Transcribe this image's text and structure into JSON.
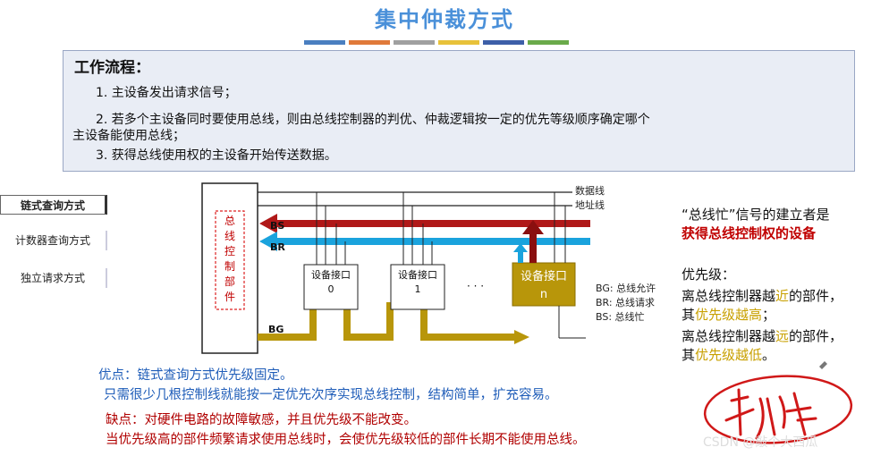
{
  "title": "集中仲裁方式",
  "title_bar_colors": [
    "#4a7fc0",
    "#e07a3a",
    "#a0a0a0",
    "#e8c23a",
    "#3d5fa8",
    "#6aaa4a"
  ],
  "flow": {
    "heading": "工作流程：",
    "step1": "1. 主设备发出请求信号；",
    "step2a": "2. 若多个主设备同时要使用总线，则由总线控制器的判优、仲裁逻辑按一定的优先等级顺序确定哪个",
    "step2b": "主设备能使用总线；",
    "step3": "3. 获得总线使用权的主设备开始传送数据。"
  },
  "sidebar": {
    "items": [
      {
        "label": "链式查询方式",
        "active": true
      },
      {
        "label": "计数器查询方式",
        "active": false
      },
      {
        "label": "独立请求方式",
        "active": false
      }
    ]
  },
  "diagram": {
    "controller_label": [
      "总",
      "线",
      "控",
      "制",
      "部",
      "件"
    ],
    "data_line": "数据线",
    "addr_line": "地址线",
    "bs": "BS",
    "br": "BR",
    "bg": "BG",
    "dev0": [
      "设备接口",
      "0"
    ],
    "dev1": [
      "设备接口",
      "1"
    ],
    "devn": [
      "设备接口",
      "n"
    ],
    "dots": "· · ·",
    "legend_bg": "BG: 总线允许",
    "legend_br": "BR: 总线请求",
    "legend_bs": "BS: 总线忙"
  },
  "right": {
    "busy1": "“总线忙”信号的建立者是",
    "busy2": "获得总线控制权的设备",
    "prio_head": "优先级：",
    "near_a": "离总线控制器越",
    "near_b": "近",
    "near_c": "的部件，",
    "near2_a": "其",
    "near2_b": "优先级越高",
    "near2_c": "；",
    "far_a": "离总线控制器越",
    "far_b": "远",
    "far_c": "的部件，",
    "far2_a": "其",
    "far2_b": "优先级越低",
    "far2_c": "。"
  },
  "bottom": {
    "adv1": "优点：链式查询方式优先级固定。",
    "adv2": "只需很少几根控制线就能按一定优先次序实现总线控制，结构简单，扩充容易。",
    "dis1": "缺点：对硬件电路的故障敏感，并且优先级不能改变。",
    "dis2": "当优先级高的部件频繁请求使用总线时，会使优先级较低的部件长期不能使用总线。"
  },
  "watermark": "CSDN @敲个大西瓜"
}
